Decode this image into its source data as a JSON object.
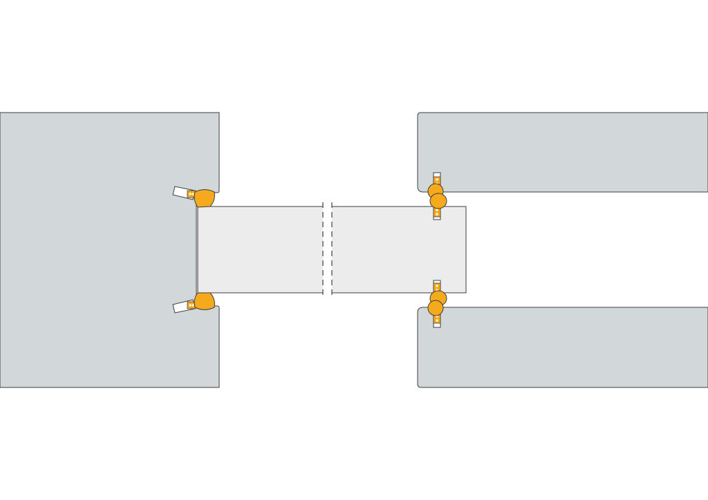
{
  "colors": {
    "background": "#ffffff",
    "housing_fill": "#d2d7da",
    "shaft_fill": "#ececec",
    "seal_fill": "#f5a91c",
    "outline": "#3c3c3c"
  },
  "components": {
    "left_housing": "housing",
    "right_housing_top": "housing",
    "right_housing_bottom": "housing",
    "shaft": "shaft",
    "break_marks": "shaft-break-lines",
    "seals": [
      "seal-left-top",
      "seal-left-bottom",
      "seal-right-top",
      "seal-right-bottom"
    ]
  }
}
